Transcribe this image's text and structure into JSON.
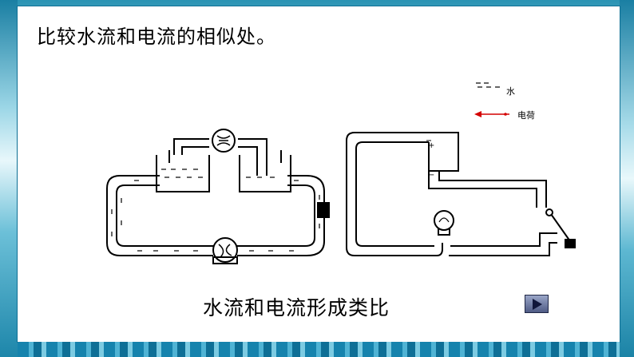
{
  "slide": {
    "title": "比较水流和电流的相似处。",
    "caption": "水流和电流形成类比"
  },
  "legend": {
    "water_label": "水",
    "charge_label": "电荷"
  },
  "colors": {
    "frame_blue": "#1a7fa3",
    "charge_arrow": "#d40000"
  },
  "icons": {
    "play": "play-icon"
  }
}
